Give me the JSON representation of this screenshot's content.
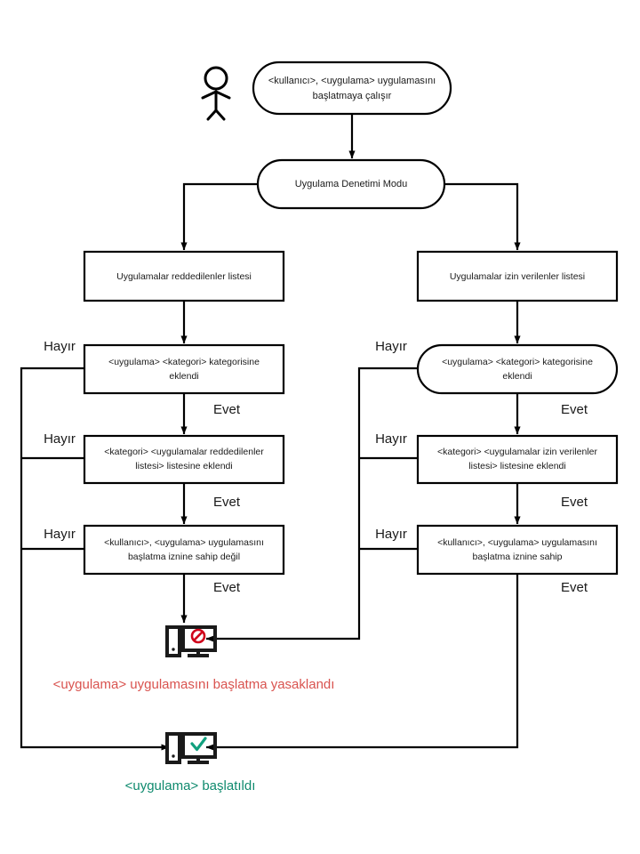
{
  "diagram": {
    "title": "Uygulama Denetimi Modu akis semasi",
    "actor": {
      "name": "user-actor",
      "icon": "person-icon"
    },
    "nodes": {
      "start": {
        "shape": "stadium",
        "lines": [
          "<kullanıcı>,  <uygulama> uygulamasını",
          "başlatmaya çalışır"
        ]
      },
      "mode": {
        "shape": "stadium",
        "lines": [
          "Uygulama Denetimi Modu"
        ]
      },
      "denied_list": {
        "shape": "rect",
        "lines": [
          "Uygulamalar reddedilenler listesi"
        ]
      },
      "allowed_list": {
        "shape": "rect",
        "lines": [
          "Uygulamalar izin verilenler listesi"
        ]
      },
      "left_category": {
        "shape": "rect",
        "lines": [
          "<uygulama> <kategori> kategorisine",
          "eklendi"
        ]
      },
      "right_category": {
        "shape": "stadium",
        "lines": [
          "<uygulama> <kategori> kategorisine",
          "eklendi"
        ]
      },
      "left_list_added": {
        "shape": "rect",
        "lines": [
          "<kategori> <uygulamalar reddedilenler",
          "listesi> listesine eklendi"
        ]
      },
      "right_list_added": {
        "shape": "rect",
        "lines": [
          "<kategori> <uygulamalar izin verilenler",
          "listesi> listesine eklendi"
        ]
      },
      "left_permission": {
        "shape": "rect",
        "lines": [
          "<kullanıcı>,  <uygulama> uygulamasını",
          "başlatma iznine sahip değil"
        ]
      },
      "right_permission": {
        "shape": "rect",
        "lines": [
          "<kullanıcı>,  <uygulama> uygulamasını",
          "başlatma iznine sahip"
        ]
      }
    },
    "branch_labels": {
      "no": "Hayır",
      "yes": "Evet"
    },
    "branches": {
      "left_no_1": "Hayır",
      "left_no_2": "Hayır",
      "left_no_3": "Hayır",
      "left_yes_1": "Evet",
      "left_yes_2": "Evet",
      "left_yes_3": "Evet",
      "right_no_1": "Hayır",
      "right_no_2": "Hayır",
      "right_no_3": "Hayır",
      "right_yes_1": "Evet",
      "right_yes_2": "Evet",
      "right_yes_3": "Evet"
    },
    "outcomes": {
      "denied": {
        "icon": "computer-blocked-icon",
        "label": "<uygulama>  uygulamasını  başlatma yasaklandı",
        "color": "#d9534f"
      },
      "allowed": {
        "icon": "computer-allowed-icon",
        "label": "<uygulama>  başlatıldı",
        "color": "#0f8a6e"
      }
    }
  }
}
